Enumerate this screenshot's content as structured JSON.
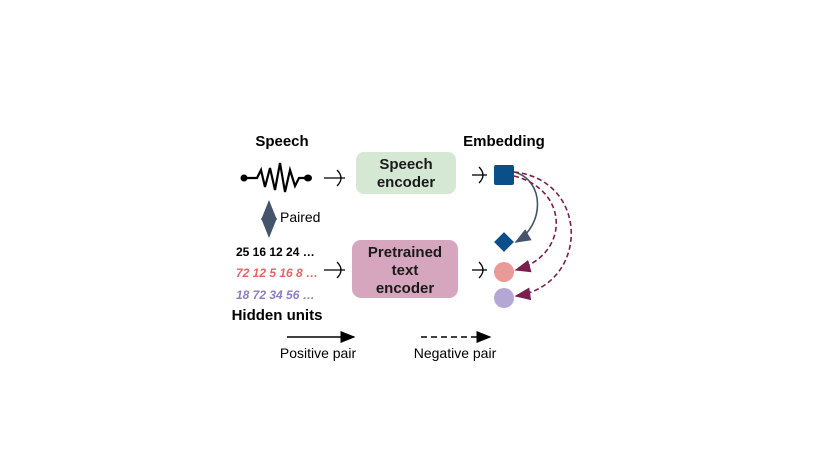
{
  "labels": {
    "speech": "Speech",
    "embedding": "Embedding",
    "paired": "Paired",
    "hidden_units": "Hidden units",
    "positive_pair": "Positive pair",
    "negative_pair": "Negative pair"
  },
  "boxes": {
    "speech_encoder": {
      "line1": "Speech",
      "line2": "encoder",
      "color": "#d5e8d4"
    },
    "text_encoder": {
      "line1": "Pretrained",
      "line2": "text",
      "line3": "encoder",
      "color": "#d5a6bd"
    }
  },
  "hidden_unit_rows": [
    {
      "text": "25 16 12 24 …",
      "color": "#000000"
    },
    {
      "text": "72 12 5 16 8  …",
      "color": "#e06666"
    },
    {
      "text": "18 72 34 56  …",
      "color": "#8e7cc3"
    }
  ],
  "colors": {
    "speech_embedding": "#0b4f8a",
    "text_embedding_diamond": "#0b4f8a",
    "text_embedding_pink": "#ea9999",
    "text_embedding_purple": "#b4a7d6",
    "positive_arrow": "#44546a",
    "negative_arrow": "#7a1f4b",
    "paired_arrow": "#44546a"
  }
}
